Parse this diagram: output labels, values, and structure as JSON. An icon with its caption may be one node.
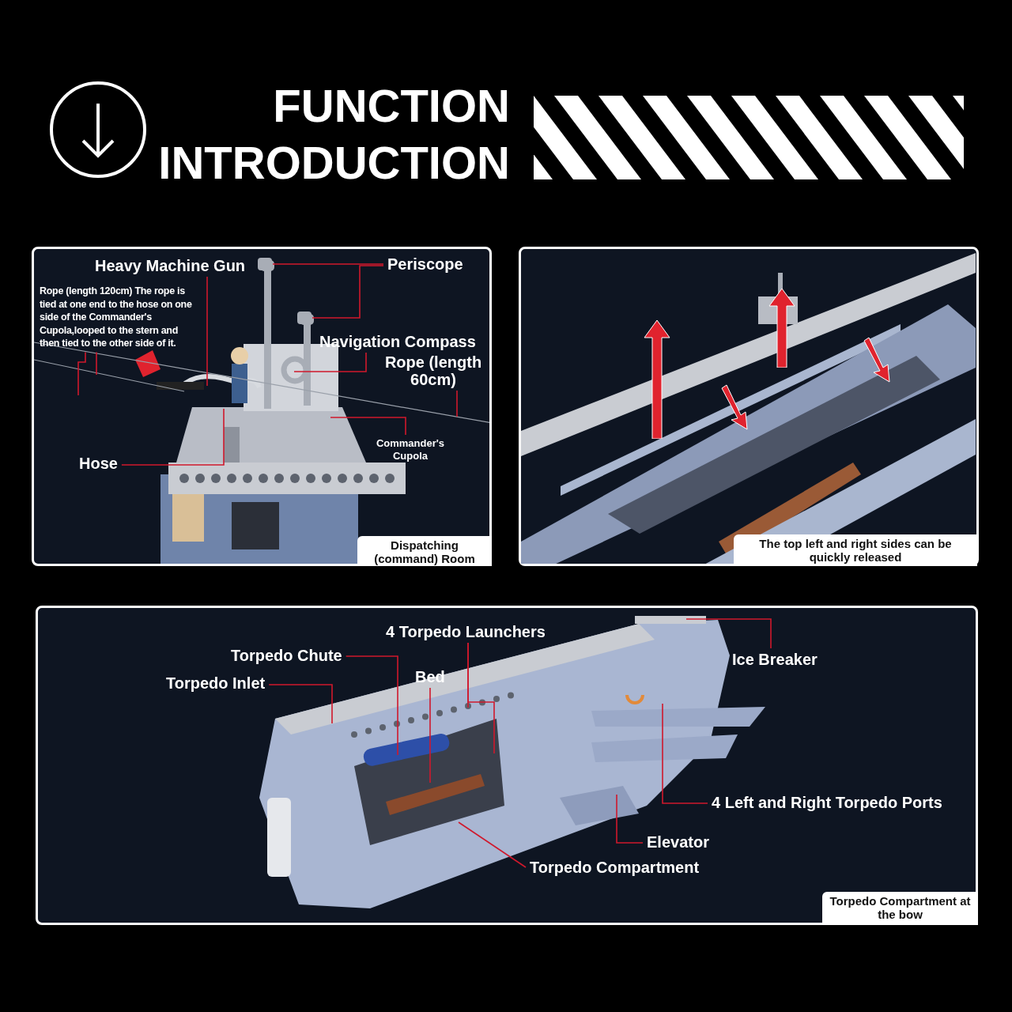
{
  "diagram": {
    "title": "FUNCTION INTRODUCTION",
    "nodes": [
      {
        "text": [
          "Dispatching (command) Room"
        ]
      },
      {
        "text": [
          "Heavy Machine Gun"
        ],
        "in": 0
      },
      {
        "text": [
          "Periscope"
        ],
        "in": 0
      },
      {
        "text": [
          "Rope (length 120cm) The rope is tied at one end to the hose on one side of the Commander's Cupola,looped to the stern and then tied to the other side of it."
        ],
        "in": 0
      },
      {
        "text": [
          "Navigation Compass"
        ],
        "in": 0
      },
      {
        "text": [
          "Rope (length 60cm)"
        ],
        "in": 0
      },
      {
        "text": [
          "Commander's Cupola"
        ],
        "in": 0
      },
      {
        "text": [
          "Hose"
        ],
        "in": 0
      },
      {
        "text": [
          "The top left and right sides can be quickly released"
        ]
      },
      {
        "text": [
          "Torpedo Compartment at the bow"
        ]
      },
      {
        "text": [
          "4 Torpedo Launchers"
        ],
        "in": 9
      },
      {
        "text": [
          "Torpedo Chute"
        ],
        "in": 9
      },
      {
        "text": [
          "Bed"
        ],
        "in": 9
      },
      {
        "text": [
          "Torpedo Inlet"
        ],
        "in": 9
      },
      {
        "text": [
          "Ice Breaker"
        ],
        "in": 9
      },
      {
        "text": [
          "4 Left and Right Torpedo Ports"
        ],
        "in": 9
      },
      {
        "text": [
          "Elevator"
        ],
        "in": 9
      },
      {
        "text": [
          "Torpedo Compartment"
        ],
        "in": 9
      },
      {
        "text": [],
        "shape": "box",
        "in": 0
      },
      {
        "text": [],
        "shape": "box",
        "in": 0
      }
    ],
    "edges": [
      {
        "from": 1,
        "to": null,
        "arrow": "none"
      },
      {
        "from": 2,
        "to": 18,
        "arrow": "none"
      },
      {
        "from": 2,
        "to": 19,
        "arrow": "none"
      },
      {
        "from": 3,
        "to": null,
        "arrow": "none"
      },
      {
        "from": 3,
        "to": null,
        "arrow": "none"
      },
      {
        "from": 4,
        "to": null,
        "arrow": "none"
      },
      {
        "from": 5,
        "to": null,
        "arrow": "none"
      },
      {
        "from": 6,
        "to": null,
        "arrow": "none"
      },
      {
        "from": 7,
        "to": null,
        "arrow": "none"
      },
      {
        "from": 10,
        "to": null,
        "arrow": "none"
      },
      {
        "from": 10,
        "to": null,
        "arrow": "none"
      },
      {
        "from": 11,
        "to": null,
        "arrow": "none"
      },
      {
        "from": 12,
        "to": null,
        "arrow": "none"
      },
      {
        "from": 13,
        "to": null,
        "arrow": "none"
      },
      {
        "from": 14,
        "to": null,
        "arrow": "none"
      },
      {
        "from": 15,
        "to": null,
        "arrow": "none"
      },
      {
        "from": 16,
        "to": null,
        "arrow": "none"
      },
      {
        "from": 17,
        "to": null,
        "arrow": "none"
      }
    ]
  }
}
